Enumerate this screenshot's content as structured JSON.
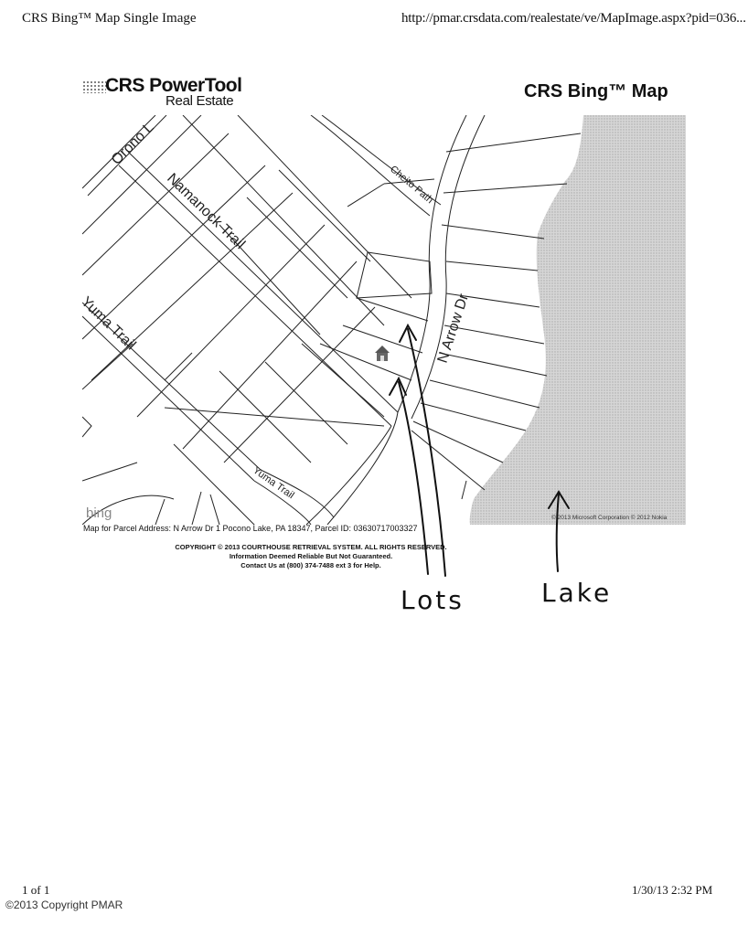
{
  "page_header": {
    "title": "CRS Bing™ Map Single Image",
    "url": "http://pmar.crsdata.com/realestate/ve/MapImage.aspx?pid=036..."
  },
  "logo": {
    "line1": "CRS PowerTool",
    "line2": "Real Estate"
  },
  "map_title": "CRS Bing™ Map",
  "map": {
    "streets": {
      "orono": "Orono L",
      "namanock": "Namanock Trail",
      "yuma": "Yuma Trail",
      "yuma_lower": "Yuma Trail",
      "cheito": "Cheito Path",
      "narrow": "N Arrow Dr"
    },
    "bing_logo": "bing",
    "ms_credit": "© 2013 Microsoft Corporation © 2012 Nokia",
    "lake_color": "#cfcfcf",
    "marker_icon": "house-icon"
  },
  "parcel": {
    "text": "Map for Parcel Address: N Arrow Dr 1 Pocono Lake, PA 18347,  Parcel ID: 03630717003327"
  },
  "copyright": {
    "line1": "COPYRIGHT © 2013 COURTHOUSE RETRIEVAL SYSTEM. ALL RIGHTS RESERVED.",
    "line2": "Information Deemed Reliable But Not Guaranteed.",
    "line3": "Contact Us at (800) 374-7488 ext 3 for Help."
  },
  "annotations": {
    "lots": "Lots",
    "lake": "Lake"
  },
  "footer": {
    "page": "1 of 1",
    "datetime": "1/30/13 2:32 PM",
    "copyright": "©2013 Copyright PMAR"
  }
}
